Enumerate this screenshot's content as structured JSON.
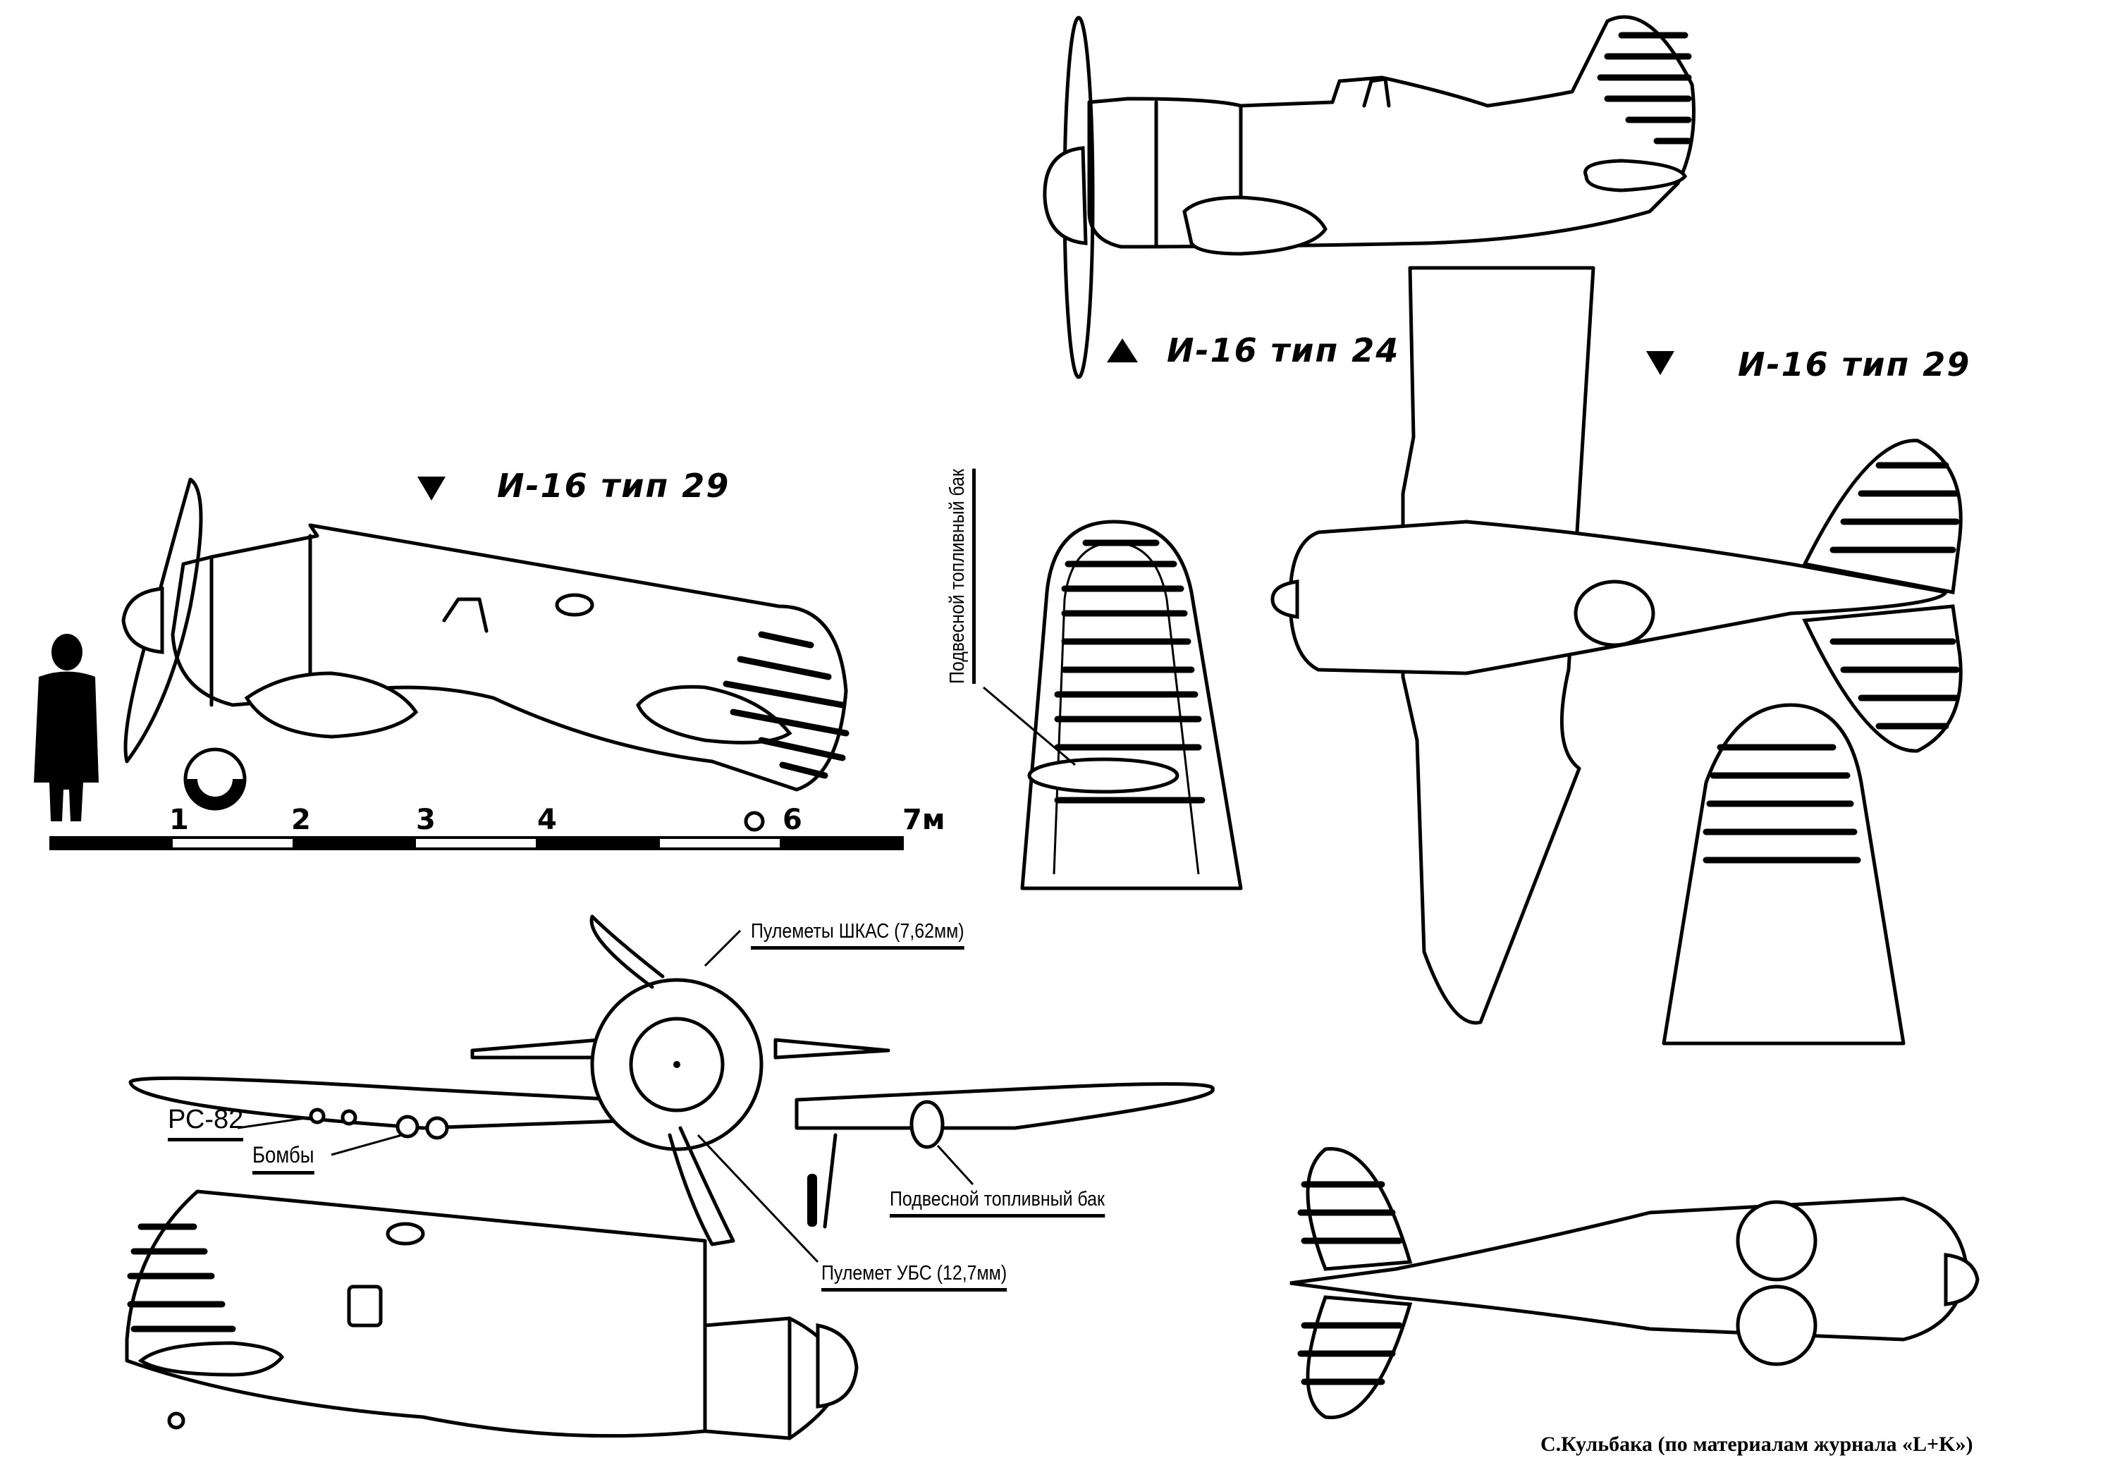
{
  "views": {
    "side_view_top_left": {
      "marker": "down-triangle",
      "title": "И-16 тип 29"
    },
    "side_view_top_right": {
      "marker": "up-triangle",
      "title": "И-16 тип 24"
    },
    "plan_view": {
      "marker": "down-triangle",
      "title": "И-16 тип 29"
    }
  },
  "callouts": {
    "wing_tank_vertical": "Подвесной топливный бак",
    "shkas_guns": "Пулеметы ШКАС (7,62мм)",
    "rockets": "РС-82",
    "bombs": "Бомбы",
    "drop_tank": "Подвесной топливный бак",
    "ubs_gun": "Пулемет УБС (12,7мм)"
  },
  "scale_bar": {
    "unit": "м",
    "ticks": [
      "1",
      "2",
      "3",
      "4",
      "6",
      "7м"
    ]
  },
  "credit": "С.Кульбака (по материалам журнала «L+K»)"
}
